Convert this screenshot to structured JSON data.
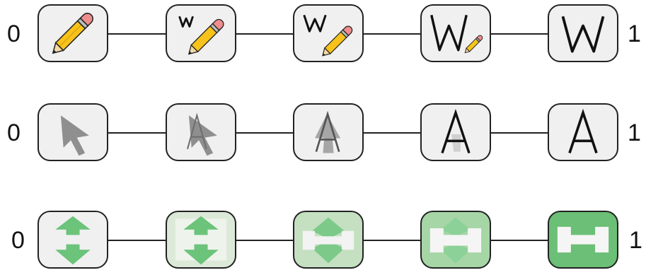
{
  "colors": {
    "tile_background": "#f0f0f0",
    "connector": "#222222",
    "pencil_body": "#f7c31b",
    "pencil_eraser": "#ee8d8d",
    "cursor_gray": "#8f8f8f",
    "letter_black": "#111111",
    "arrow_green": "#6cc37a",
    "green_stage_1": "#dde9d8",
    "green_stage_2": "#c4e0c1",
    "green_stage_3": "#a6d6a6",
    "green_stage_4": "#6bbf76"
  },
  "rows": [
    {
      "start_label": "0",
      "end_label": "1",
      "icon": "pencil-to-letter-w-icon",
      "stages": [
        {
          "icon": "pencil-icon"
        },
        {
          "icon": "pencil-with-small-w-icon"
        },
        {
          "icon": "pencil-with-w-icon"
        },
        {
          "icon": "small-pencil-with-large-w-icon"
        },
        {
          "icon": "letter-w-icon"
        }
      ]
    },
    {
      "start_label": "0",
      "end_label": "1",
      "icon": "cursor-to-letter-a-icon",
      "stages": [
        {
          "icon": "cursor-arrow-icon"
        },
        {
          "icon": "cursor-with-faint-a-icon"
        },
        {
          "icon": "faded-cursor-with-a-icon"
        },
        {
          "icon": "letter-a-with-faint-cursor-icon"
        },
        {
          "icon": "letter-a-icon"
        }
      ]
    },
    {
      "start_label": "0",
      "end_label": "1",
      "icon": "arrows-to-h-icon",
      "stages": [
        {
          "icon": "vertical-resize-arrows-icon"
        },
        {
          "icon": "resize-arrows-light-green-icon"
        },
        {
          "icon": "resize-arrows-mid-green-icon"
        },
        {
          "icon": "resize-arrows-green-icon"
        },
        {
          "icon": "h-block-icon"
        }
      ]
    }
  ]
}
